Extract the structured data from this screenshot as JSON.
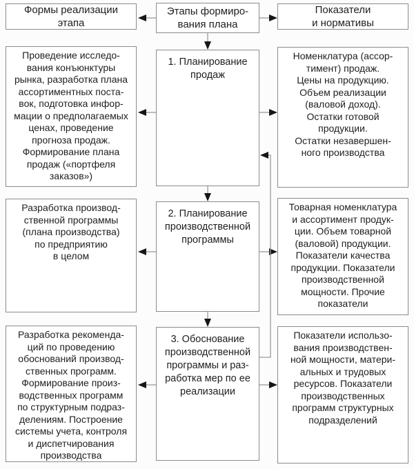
{
  "diagram": {
    "headers": {
      "left": "Формы реализации\nэтапа",
      "center": "Этапы формиро-\nвания плана",
      "right": "Показатели\nи нормативы"
    },
    "rows": [
      {
        "stage": "1. Планирование\nпродаж",
        "form": "Проведение исследо-\nвания конъюнктуры\nрынка, разработка плана\nассортиментных поста-\nвок, подготовка инфор-\nмации о предполагаемых\nценах, проведение\nпрогноза продаж.\nФормирование плана\nпродаж («портфеля\nзаказов»)",
        "indicators": "Номенклатура (ассор-\nтимент) продаж.\nЦены на продукцию.\nОбъем реализации\n(валовой доход).\nОстатки готовой\nпродукции.\nОстатки незавершен-\nного производства"
      },
      {
        "stage": "2. Планирование\nпроизводственной\nпрограммы",
        "form": "Разработка производ-\nственной программы\n(плана производства)\nпо предприятию\nв целом",
        "indicators": "Товарная номенклатура\nи ассортимент продук-\nции. Объем товарной\n(валовой) продукции.\nПоказатели качества\nпродукции. Показатели\nпроизводственной\nмощности. Прочие\nпоказатели"
      },
      {
        "stage": "3. Обоснование\nпроизводственной\nпрограммы и раз-\nработка мер по ее\nреализации",
        "form": "Разработка рекоменда-\nций по проведению\nобоснований производ-\nственных программ.\nФормирование произ-\nводственных программ\nпо структурным подраз-\nделениям. Построение\nсистемы учета, контроля\nи диспетчирования\nпроизводства",
        "indicators": "Показатели использо-\nвания производствен-\nной мощности, матери-\nальных и трудовых\nресурсов. Показатели\nпроизводственных\nпрограмм структурных\nподразделений"
      }
    ],
    "colors": {
      "background": "#fcfcfc",
      "border": "#8b8b8b",
      "line": "#9a9a9a",
      "arrow": "#161616",
      "text": "#1e1e1e"
    }
  }
}
